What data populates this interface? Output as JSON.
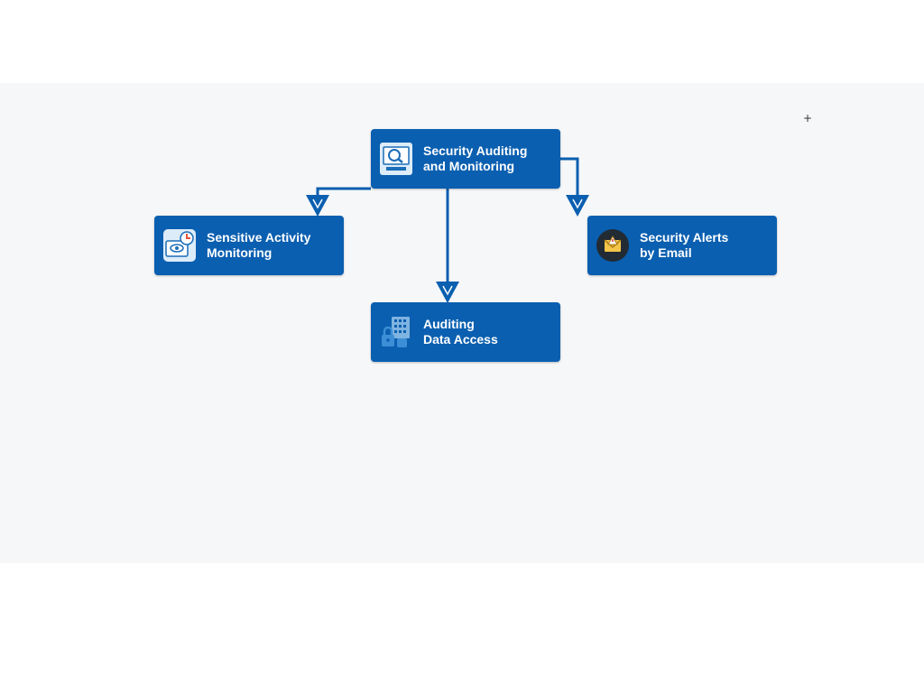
{
  "diagram": {
    "nodes": [
      {
        "id": "root",
        "label": "Security Auditing\nand Monitoring",
        "icon": "audit-monitor-icon"
      },
      {
        "id": "left",
        "label": "Sensitive Activity\nMonitoring",
        "icon": "activity-monitor-icon"
      },
      {
        "id": "right",
        "label": "Security Alerts\nby Email",
        "icon": "email-alert-icon"
      },
      {
        "id": "bottom",
        "label": "Auditing\nData Access",
        "icon": "data-access-icon"
      }
    ],
    "edges": [
      {
        "from": "root",
        "to": "left"
      },
      {
        "from": "root",
        "to": "bottom"
      },
      {
        "from": "root",
        "to": "right"
      }
    ],
    "colors": {
      "node_fill": "#0a5fb0",
      "node_text": "#ffffff",
      "connector": "#0a5fb0",
      "canvas_bg": "#f6f7f9"
    }
  }
}
